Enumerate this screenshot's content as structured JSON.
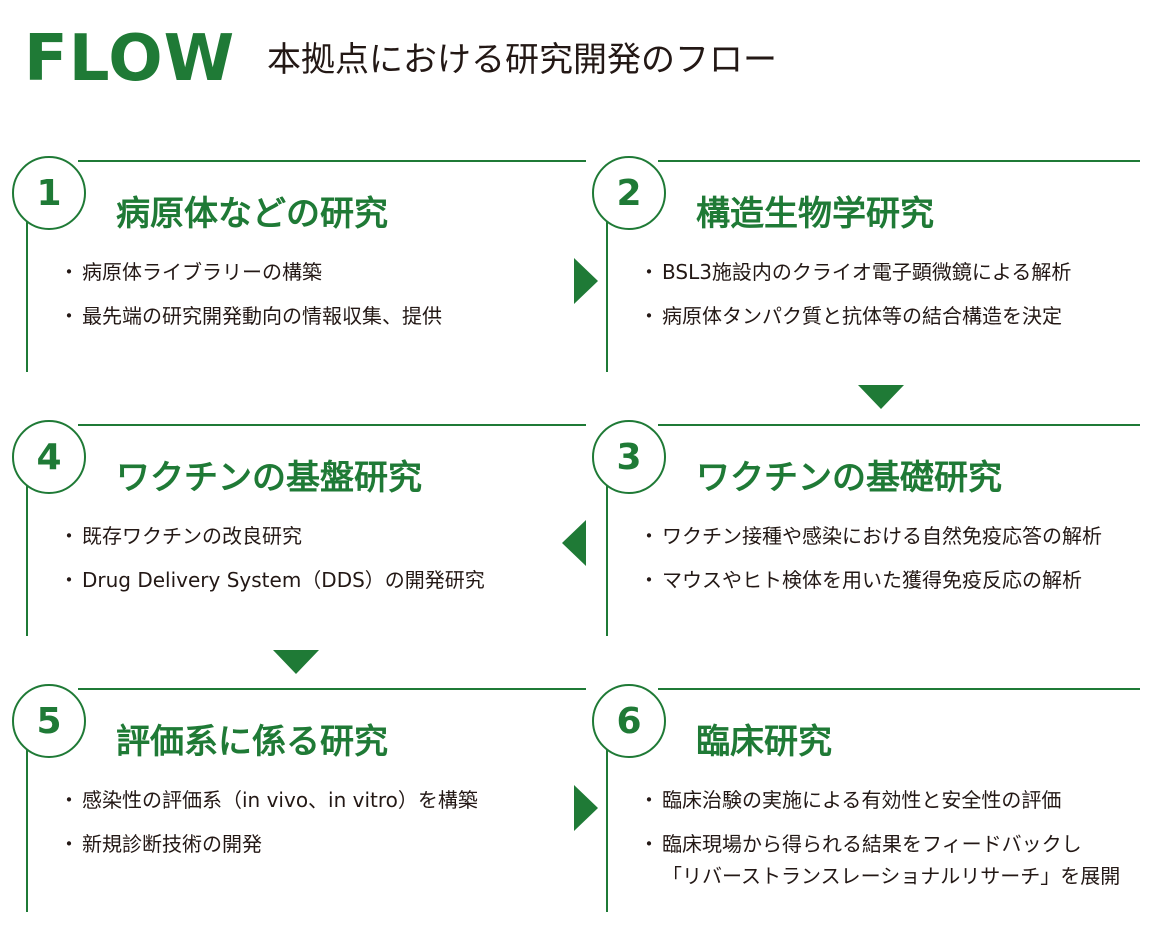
{
  "header": {
    "logo": "FLOW",
    "subtitle": "本拠点における研究開発のフロー"
  },
  "steps": [
    {
      "number": "1",
      "title": "病原体などの研究",
      "bullet": "・",
      "items": [
        "病原体ライブラリーの構築",
        "最先端の研究開発動向の情報収集、提供"
      ]
    },
    {
      "number": "2",
      "title": "構造生物学研究",
      "bullet": "・",
      "items": [
        "BSL3施設内のクライオ電子顕微鏡による解析",
        "病原体タンパク質と抗体等の結合構造を決定"
      ]
    },
    {
      "number": "3",
      "title": "ワクチンの基礎研究",
      "bullet": "・",
      "items": [
        "ワクチン接種や感染における自然免疫応答の解析",
        "マウスやヒト検体を用いた獲得免疫反応の解析"
      ]
    },
    {
      "number": "4",
      "title": "ワクチンの基盤研究",
      "bullet": "・",
      "items": [
        "既存ワクチンの改良研究",
        "Drug Delivery System（DDS）の開発研究"
      ]
    },
    {
      "number": "5",
      "title": "評価系に係る研究",
      "bullet": "・",
      "items": [
        "感染性の評価系（in vivo、in vitro）を構築",
        "新規診断技術の開発"
      ]
    },
    {
      "number": "6",
      "title": "臨床研究",
      "bullet": "・",
      "items": [
        "臨床治験の実施による有効性と安全性の評価",
        "臨床現場から得られる結果をフィードバックし",
        "「リバーストランスレーショナルリサーチ」を展開"
      ]
    }
  ],
  "colors": {
    "accent": "#1f7a36",
    "text": "#231815",
    "background": "#ffffff"
  },
  "icons": {
    "flow_arrows": [
      "triangle-right-icon",
      "triangle-down-icon",
      "triangle-left-icon",
      "triangle-down-icon",
      "triangle-right-icon"
    ]
  }
}
